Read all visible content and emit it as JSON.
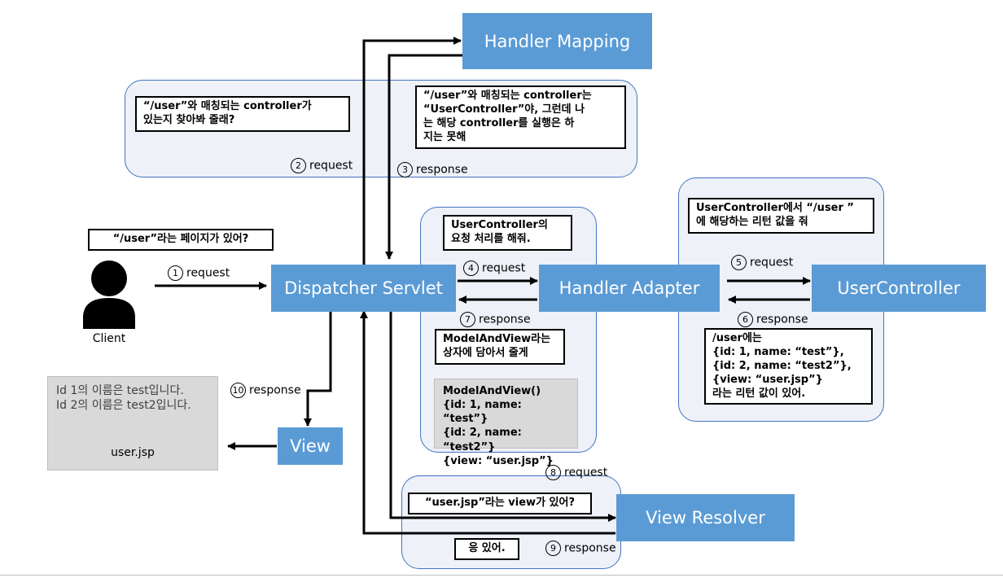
{
  "components": {
    "handler_mapping": "Handler Mapping",
    "dispatcher_servlet": "Dispatcher Servlet",
    "handler_adapter": "Handler Adapter",
    "user_controller": "UserController",
    "view": "View",
    "view_resolver": "View Resolver",
    "client": "Client"
  },
  "notes": {
    "client_question": "“/user”라는 페이지가 있어?",
    "mapping_request": [
      "“/user”와 매칭되는 controller가",
      "있는지 찾아봐 줄래?"
    ],
    "mapping_response": [
      "“/user”와 매칭되는 controller는",
      "“UserController”야, 그런데 나",
      "는 해당 controller를 실행은 하",
      "지는 못해"
    ],
    "adapter_request": [
      "UserController의",
      "요청 처리를 해줘."
    ],
    "controller_request": [
      "UserController에서 “/user ”",
      "에 해당하는 리턴 값을 줘"
    ],
    "modelandview_note": [
      "ModelAndView라는",
      "상자에 담아서 줄게"
    ],
    "modelandview_content": [
      "ModelAndView()",
      "{id: 1, name: “test”}",
      "{id: 2, name: “test2”}",
      "{view: “user.jsp”}"
    ],
    "controller_response": [
      "/user에는",
      "{id: 1, name: “test”},",
      "{id: 2, name: “test2”},",
      "{view: “user.jsp”}",
      "라는 리턴 값이 있어."
    ],
    "resolver_question": "“user.jsp”라는 view가 있어?",
    "resolver_answer": "응 있어."
  },
  "output": {
    "lines": [
      "Id 1의 이름은 test입니다.",
      "Id 2의 이름은 test2입니다."
    ],
    "file": "user.jsp"
  },
  "steps": [
    {
      "num": "1",
      "text": "request"
    },
    {
      "num": "2",
      "text": "request"
    },
    {
      "num": "3",
      "text": "response"
    },
    {
      "num": "4",
      "text": "request"
    },
    {
      "num": "5",
      "text": "request"
    },
    {
      "num": "6",
      "text": "response"
    },
    {
      "num": "7",
      "text": "response"
    },
    {
      "num": "8",
      "text": "request"
    },
    {
      "num": "9",
      "text": "response"
    },
    {
      "num": "10",
      "text": "response"
    }
  ],
  "colors": {
    "component": "#5b9bd5",
    "panel_fill": "#eef1f8",
    "panel_border": "#4472c4",
    "note_border": "#000000",
    "gray_box": "#d9d9d9"
  }
}
